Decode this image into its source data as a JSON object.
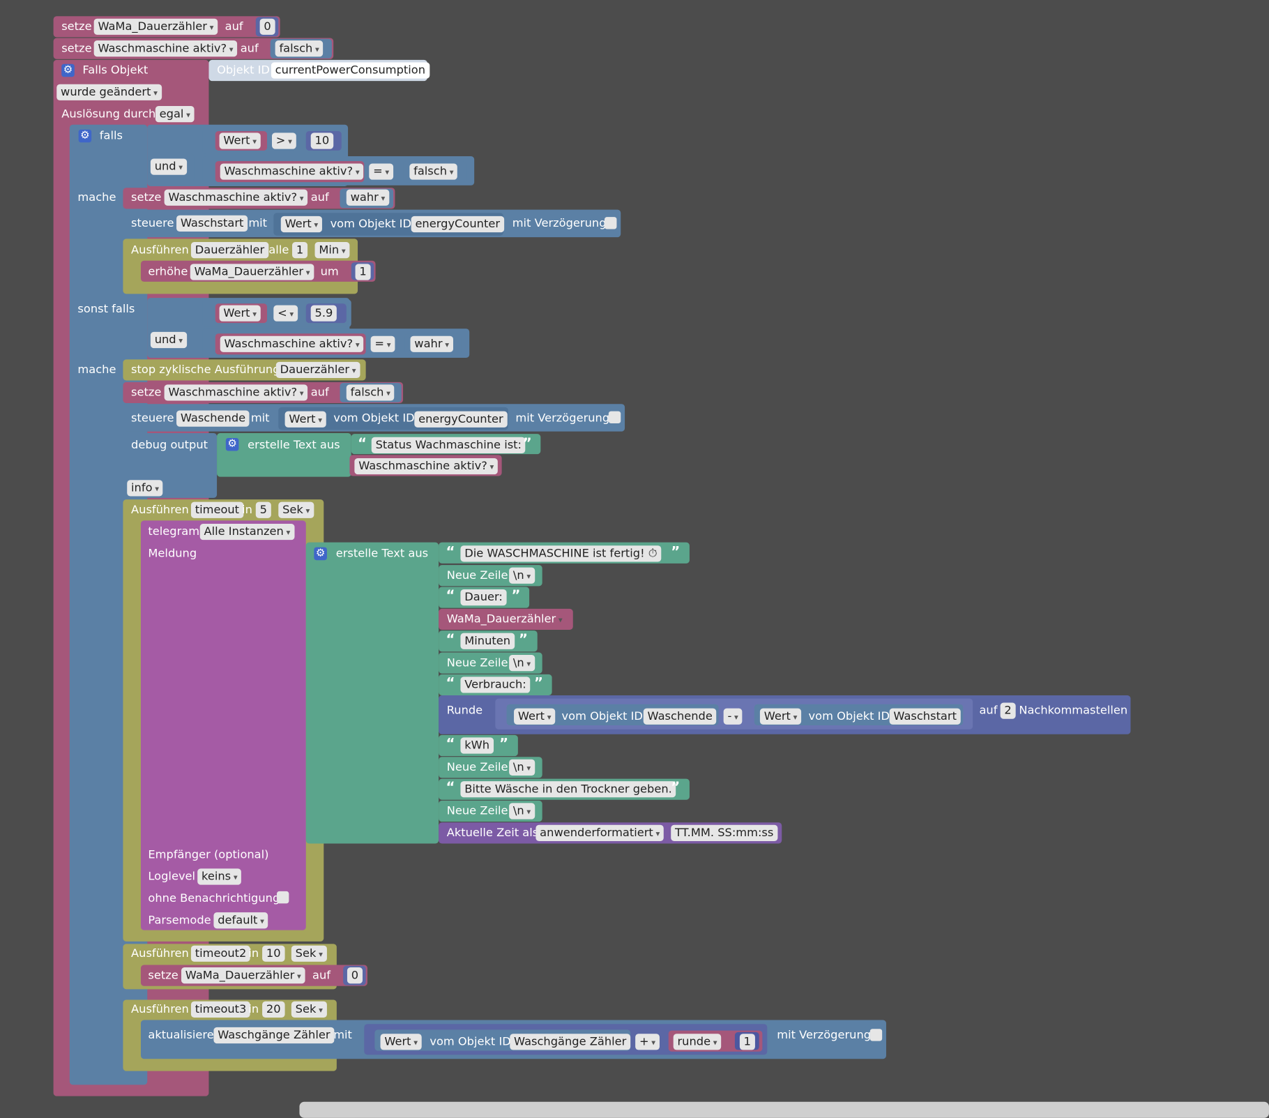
{
  "labels": {
    "setze": "setze",
    "auf": "auf",
    "falls_objekt": "Falls Objekt",
    "objekt_id": "Objekt ID",
    "ausloesung_durch": "Auslösung durch",
    "falls": "falls",
    "und": "und",
    "mache": "mache",
    "sonst_falls": "sonst falls",
    "steuere": "steuere",
    "mit": "mit",
    "vom_objekt_id": "vom Objekt ID",
    "mit_verzoegerung": "mit Verzögerung",
    "ausfuehren": "Ausführen",
    "alle": "alle",
    "in": "in",
    "erhoehe": "erhöhe",
    "um": "um",
    "stop_zyklische": "stop zyklische Ausführung",
    "debug_output": "debug output",
    "erstelle_text_aus": "erstelle Text aus",
    "telegram": "telegram",
    "meldung": "Meldung",
    "neue_zeile": "Neue Zeile",
    "runde": "Runde",
    "nachkommastellen": "Nachkommastellen",
    "aktuelle_zeit_als": "Aktuelle Zeit als",
    "empfaenger": "Empfänger (optional)",
    "loglevel": "Loglevel",
    "ohne_benachrichtigung": "ohne Benachrichtigung",
    "parsemode": "Parsemode",
    "aktualisiere": "aktualisiere",
    "open_quote": "“",
    "close_quote": "”",
    "gear": "⚙"
  },
  "fields": {
    "var_dauerzaehler": "WaMa_Dauerzähler",
    "var_aktiv": "Waschmaschine aktiv?",
    "num_0": "0",
    "bool_falsch": "falsch",
    "bool_wahr": "wahr",
    "object_id": "currentPowerConsumption",
    "trigger_change": "wurde geändert",
    "trigger_by": "egal",
    "wert": "Wert",
    "op_gt": ">",
    "op_lt": "<",
    "op_eq": "=",
    "op_minus": "-",
    "op_plus": "+",
    "num_10": "10",
    "num_5_9": "5.9",
    "und_dd": "und",
    "state_waschstart": "Waschstart",
    "state_waschende": "Waschende",
    "state_energy": "energyCounter",
    "timer_name": "Dauerzähler",
    "num_1": "1",
    "unit_min": "Min",
    "unit_sek": "Sek",
    "log_info": "info",
    "timeout1": "timeout",
    "num_5": "5",
    "timeout2": "timeout2",
    "timeout3": "timeout3",
    "num_20": "20",
    "tg_instance": "Alle Instanzen",
    "str_status": "Status Wachmaschine ist:",
    "str_fertig": "Die WASCHMASCHINE ist fertig! ⏱",
    "newline": "\\n",
    "str_dauer": "Dauer:",
    "str_minuten": "Minuten",
    "str_verbrauch": "Verbrauch:",
    "str_kwh": "kWh",
    "str_trockner": "Bitte Wäsche in den Trockner geben.",
    "num_2": "2",
    "time_format_mode": "anwenderformatiert",
    "time_format": "TT.MM. SS:mm:ss",
    "loglevel_val": "keins",
    "parsemode_val": "default",
    "state_waschgaenge": "Waschgänge Zähler",
    "runde_dd": "runde"
  }
}
